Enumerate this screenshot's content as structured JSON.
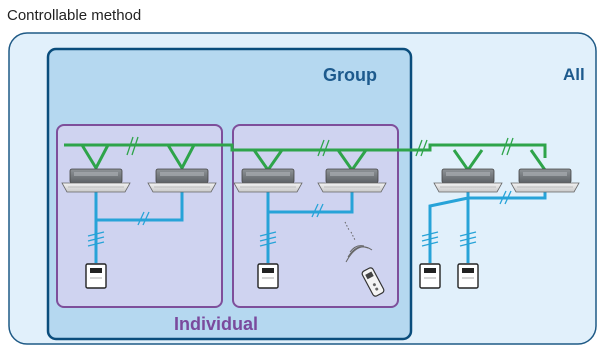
{
  "title": "Controllable method",
  "labels": {
    "all": "All",
    "group": "Group",
    "individual": "Individual"
  },
  "colors": {
    "all_fill": "#e1f0fb",
    "all_stroke": "#1f5a86",
    "group_fill": "#b5d8f0",
    "group_stroke": "#0a4d7c",
    "individual_fill": "#cfd3f0",
    "individual_stroke": "#7e4f9b",
    "label_blue": "#1d5a8d",
    "label_purple": "#7a4a9d",
    "green_line": "#2ea44a",
    "blue_line": "#27a3d8"
  },
  "indoor_units_count": 6,
  "controllers": [
    "wired-controller",
    "wired-controller",
    "wireless-remote",
    "wired-controller",
    "wired-controller"
  ]
}
